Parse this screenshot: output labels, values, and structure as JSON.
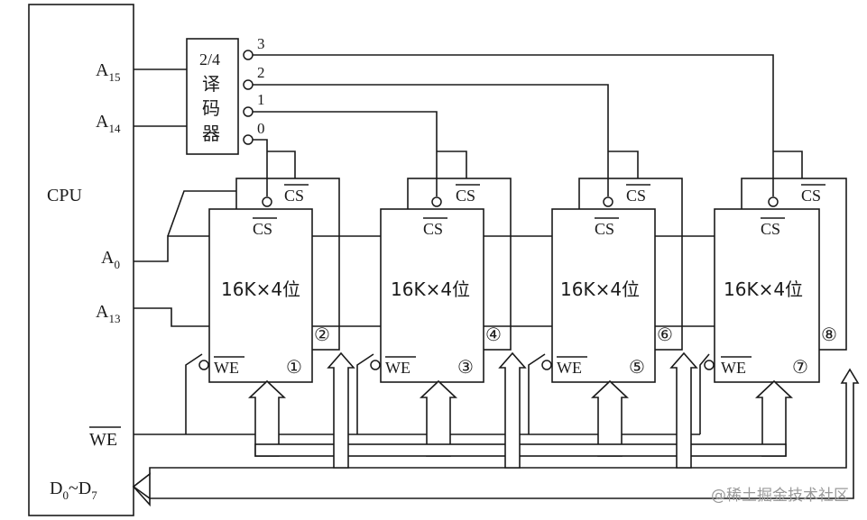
{
  "cpu": {
    "label": "CPU",
    "a15": "A",
    "a15_sub": "15",
    "a14": "A",
    "a14_sub": "14",
    "a0": "A",
    "a0_sub": "0",
    "a13": "A",
    "a13_sub": "13",
    "we": "WE",
    "data_d": "D",
    "data_sub0": "0",
    "data_tilde": "~",
    "data_d2": "D",
    "data_sub7": "7"
  },
  "decoder": {
    "line1": "2/4",
    "line2": "译",
    "line3": "码",
    "line4": "器",
    "outputs": [
      "3",
      "2",
      "1",
      "0"
    ]
  },
  "chips": [
    {
      "capacity": "16K×4位",
      "cs": "CS",
      "we": "WE",
      "num_a": "①",
      "num_b": "②"
    },
    {
      "capacity": "16K×4位",
      "cs": "CS",
      "we": "WE",
      "num_a": "③",
      "num_b": "④"
    },
    {
      "capacity": "16K×4位",
      "cs": "CS",
      "we": "WE",
      "num_a": "⑤",
      "num_b": "⑥"
    },
    {
      "capacity": "16K×4位",
      "cs": "CS",
      "we": "WE",
      "num_a": "⑦",
      "num_b": "⑧"
    }
  ],
  "watermark": "@稀土掘金技术社区"
}
